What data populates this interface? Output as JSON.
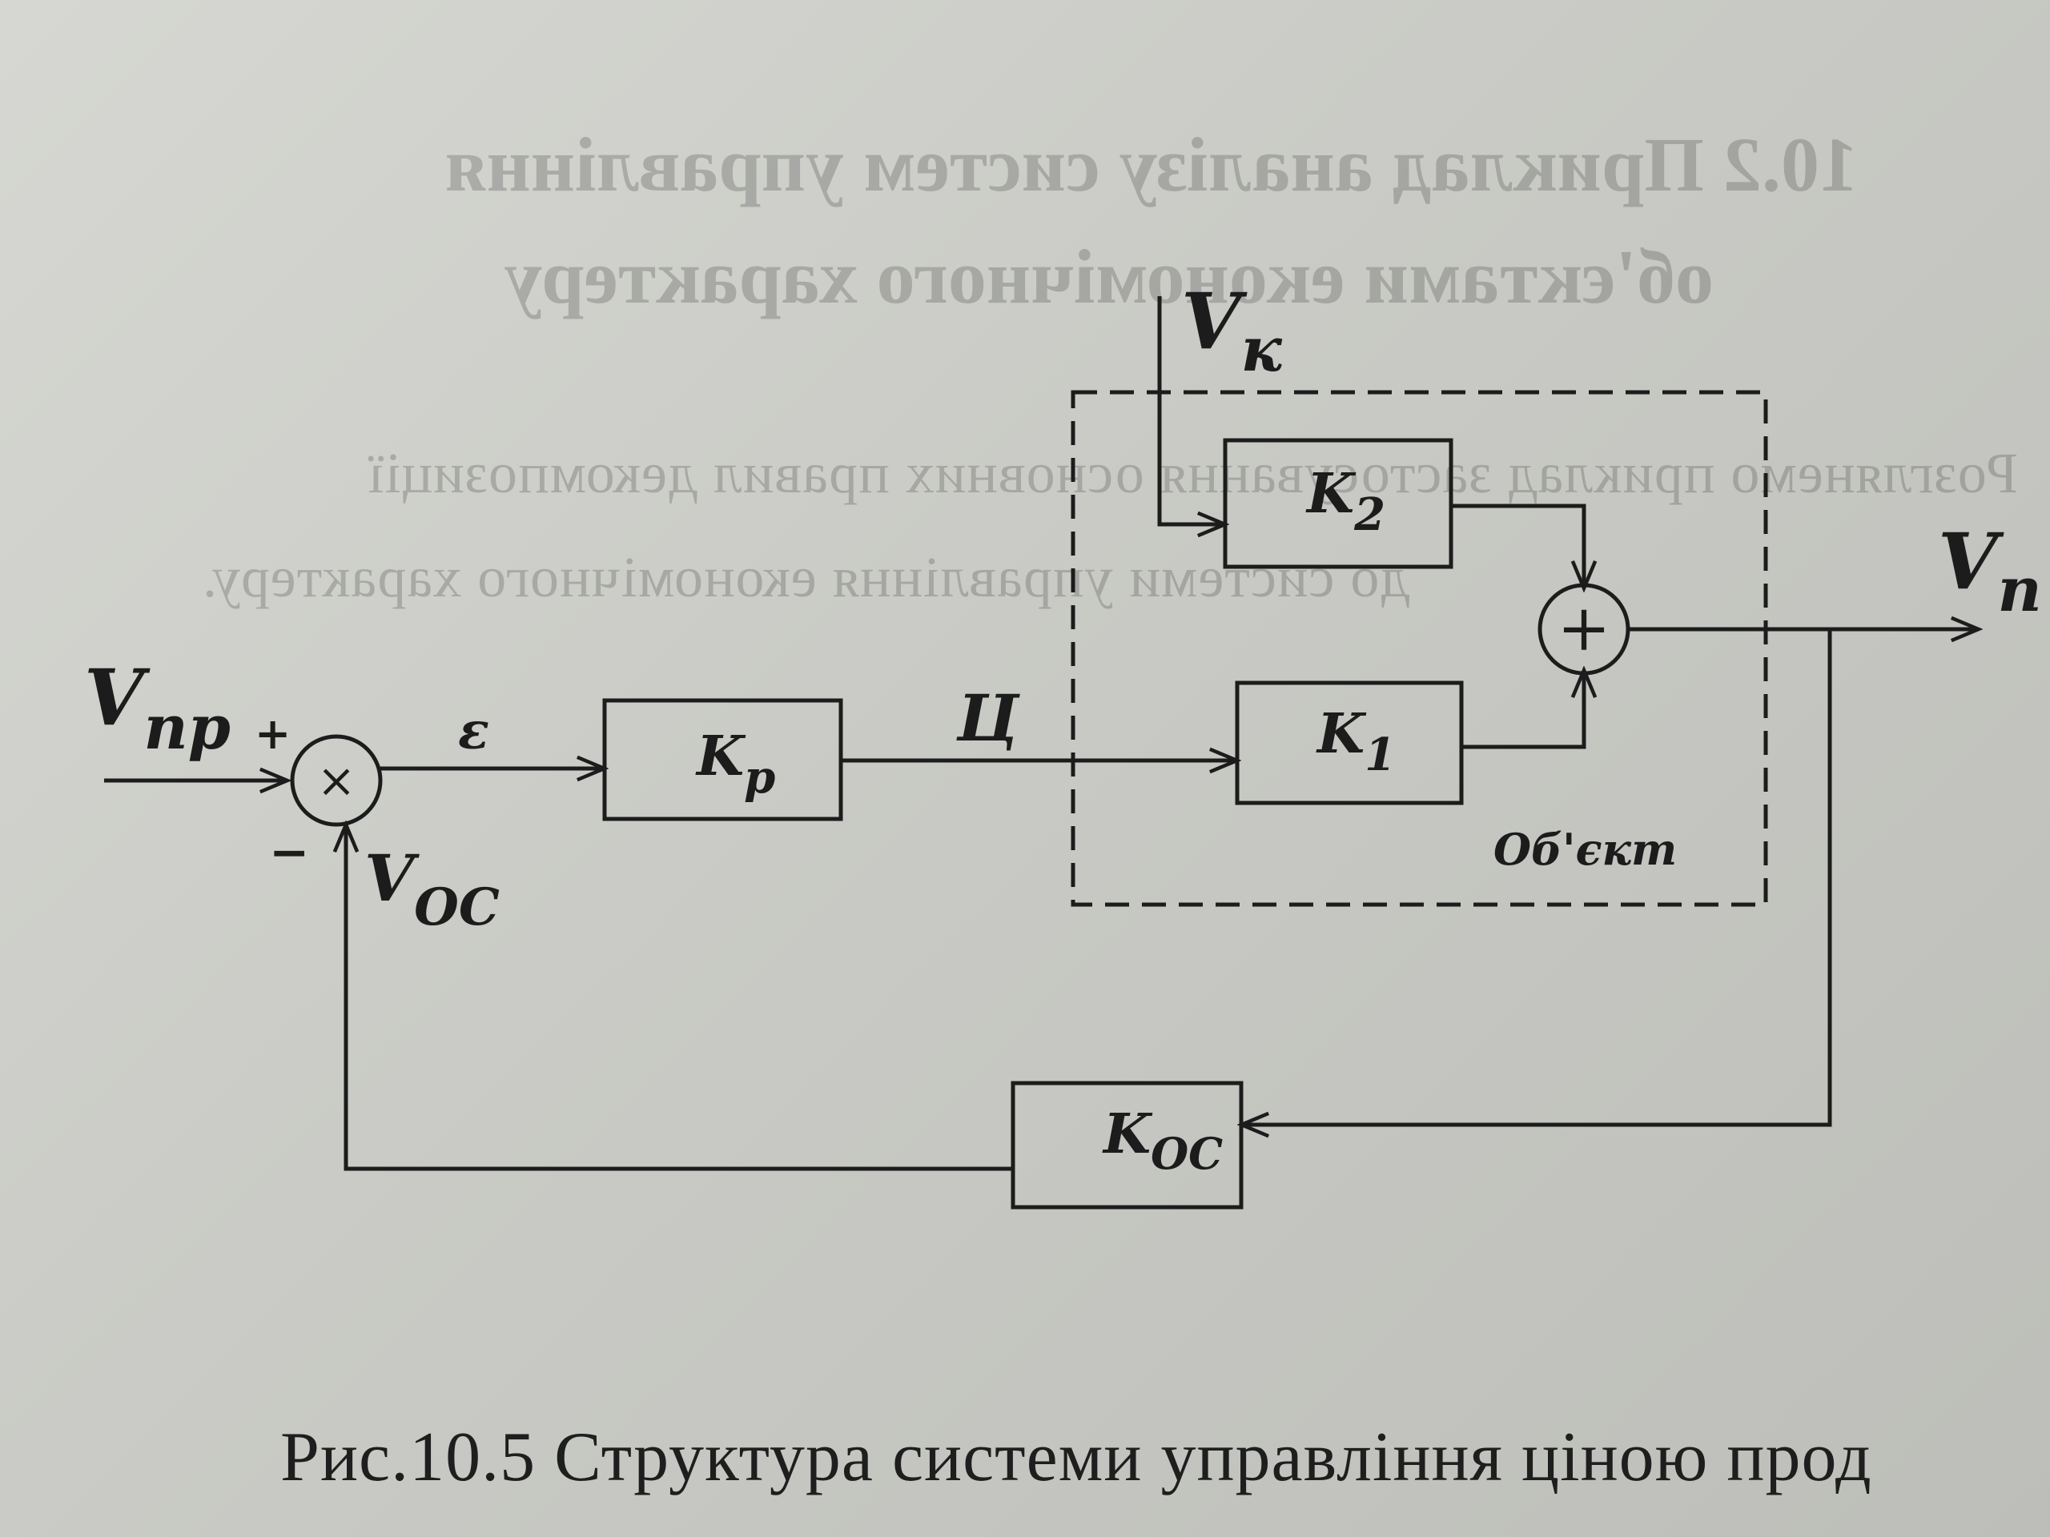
{
  "bleed_through": {
    "heading_1": "10.2 Приклад аналізу систем управління",
    "heading_2": "об'єктами економічного характеру",
    "line_1": "Розглянемо приклад застосування основних правил декомпозиції",
    "line_2": "до системи управління економічного характеру."
  },
  "diagram": {
    "inputs": {
      "setpoint": {
        "base": "V",
        "sub": "пр"
      },
      "disturbance": {
        "base": "V",
        "sub": "к"
      },
      "output": {
        "base": "V",
        "sub": "п"
      },
      "feedback_signal": {
        "base": "V",
        "sub": "ОС"
      }
    },
    "comparator": {
      "symbol": "×",
      "plus_sign": "+",
      "minus_sign": "−"
    },
    "adder": {
      "symbol": "+"
    },
    "signals": {
      "error": "ε",
      "price": "Ц"
    },
    "blocks": {
      "controller": {
        "base": "K",
        "sub": "р"
      },
      "k1": {
        "base": "K",
        "sub": "1"
      },
      "k2": {
        "base": "K",
        "sub": "2"
      },
      "feedback": {
        "base": "K",
        "sub": "ОС"
      }
    },
    "object_label": "Об'єкт"
  },
  "caption": "Рис.10.5 Структура системи управління ціною прод"
}
